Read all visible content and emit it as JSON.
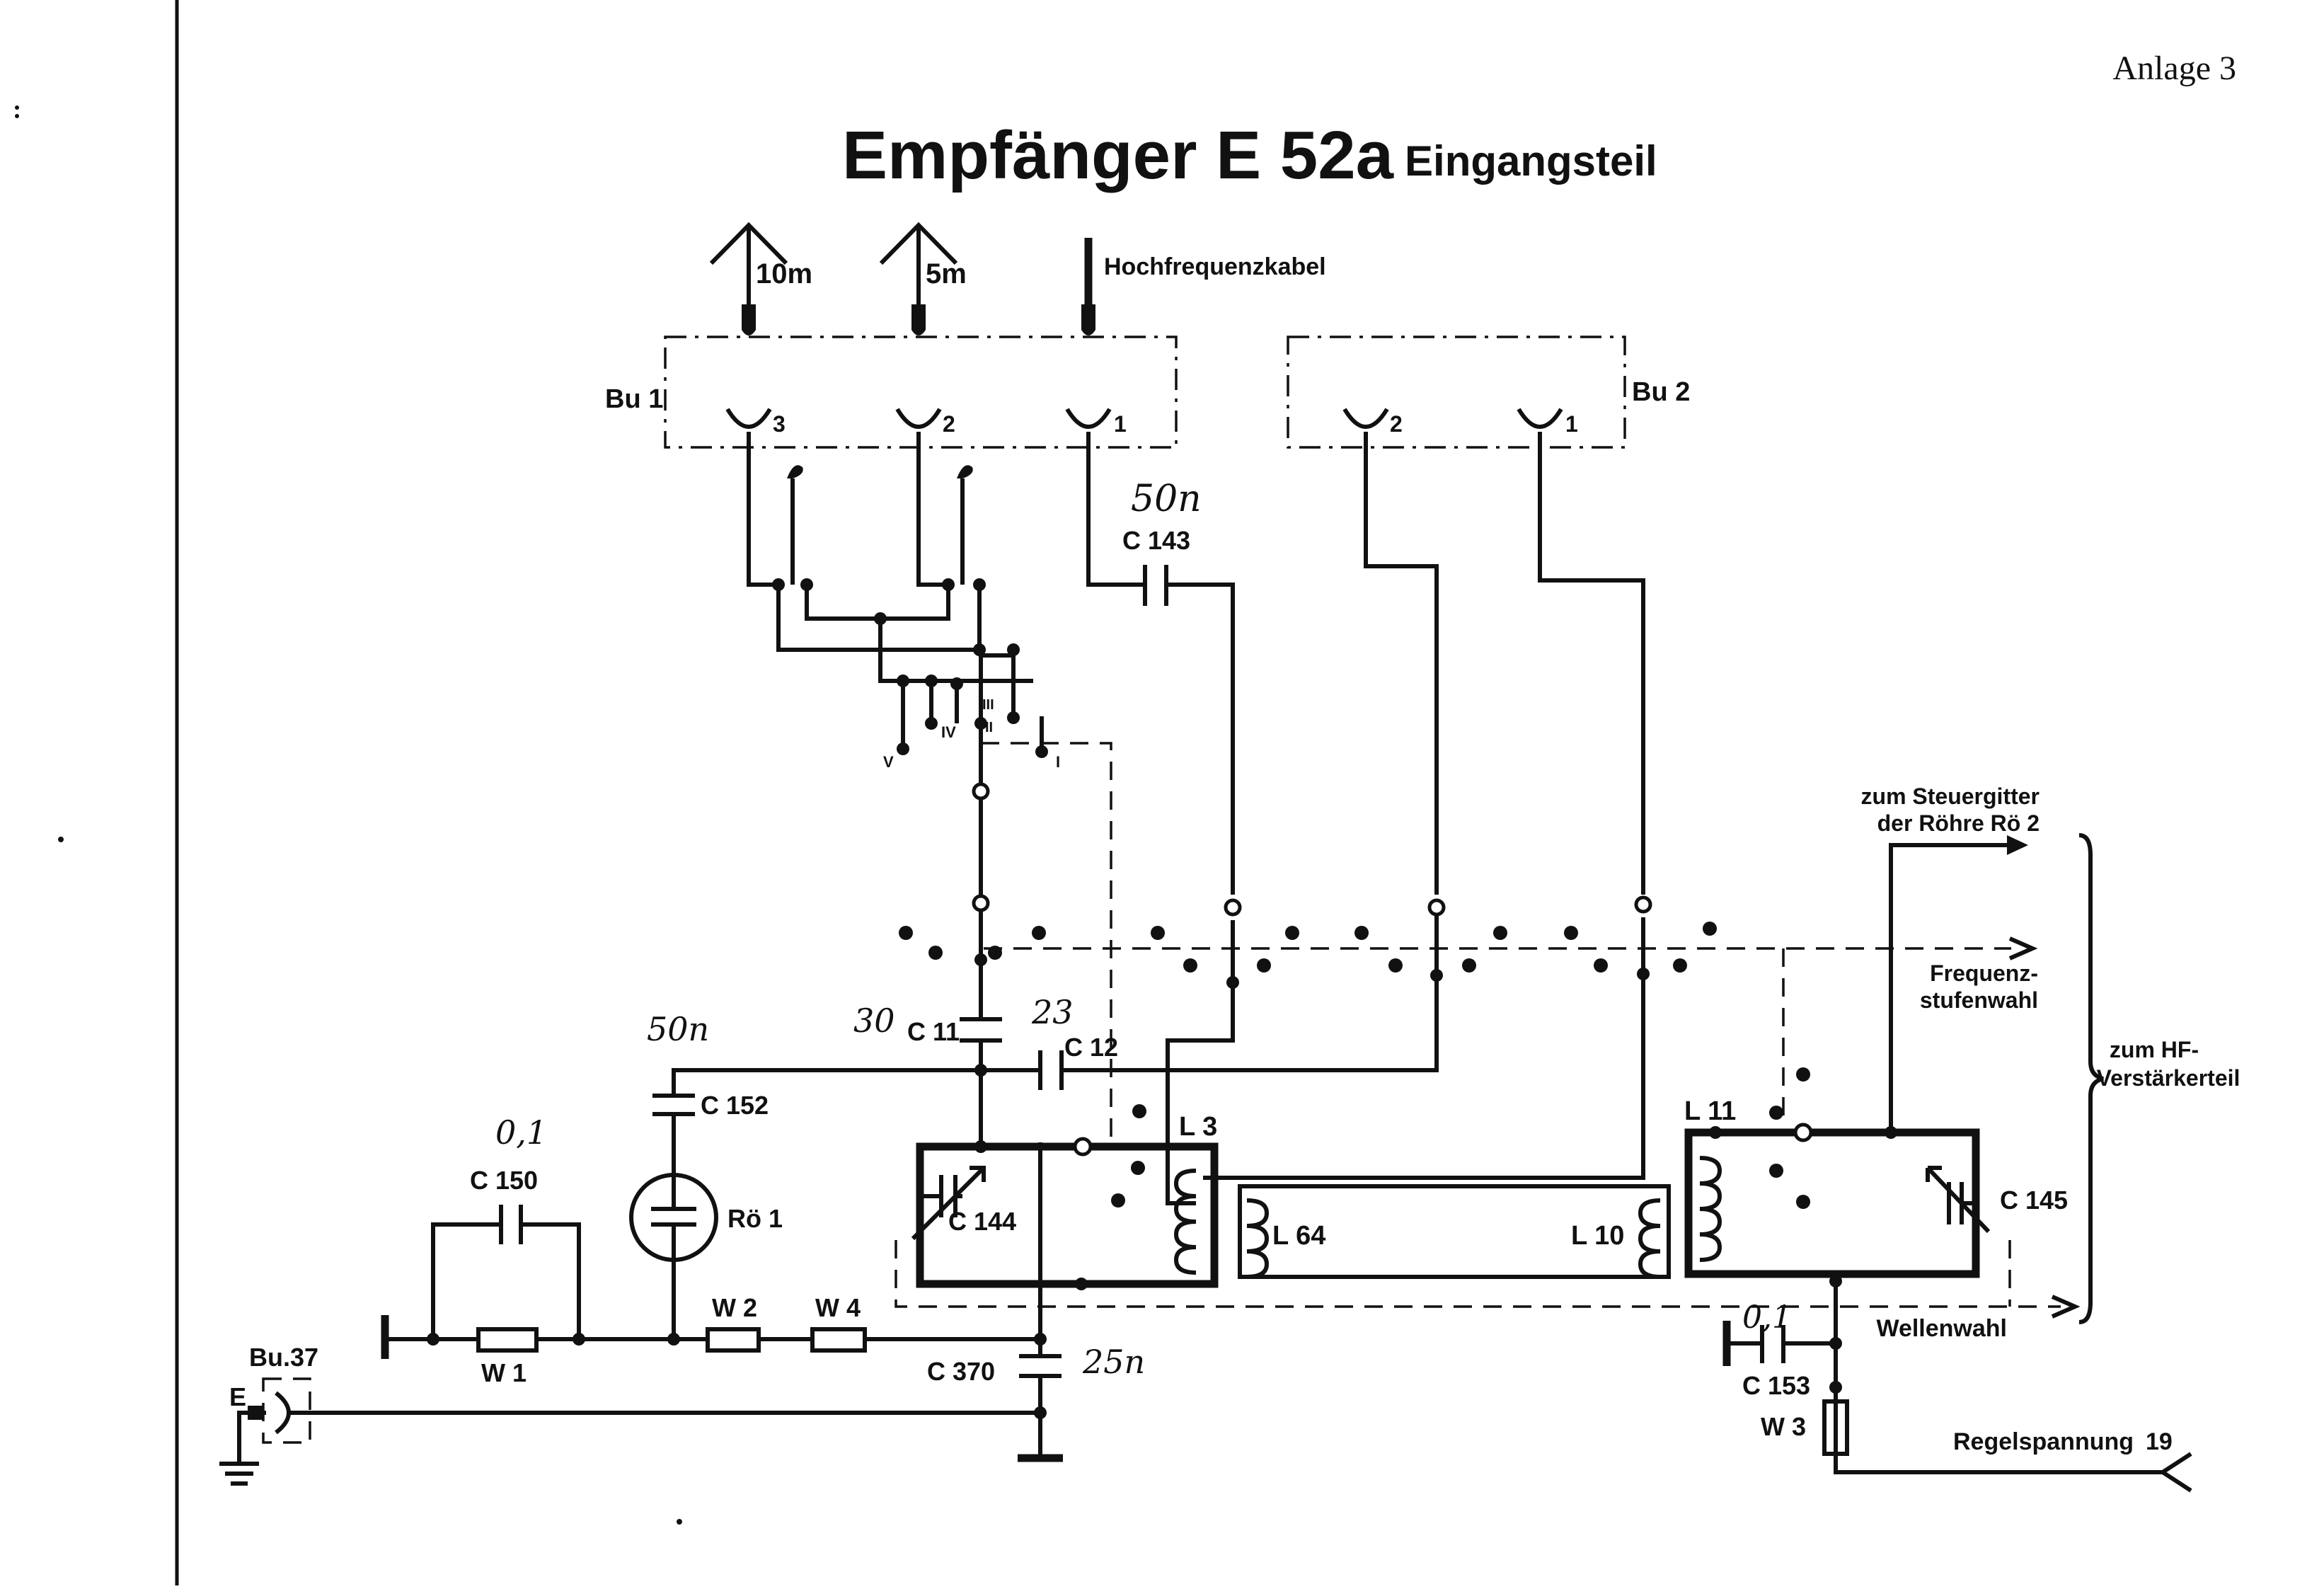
{
  "page_label": "Anlage 3",
  "title": {
    "main": "Empfänger E 52a",
    "sub": "Eingangsteil"
  },
  "antennas": [
    "10m",
    "5m"
  ],
  "cable_label": "Hochfrequenzkabel",
  "sockets": {
    "bu1": {
      "label": "Bu 1",
      "pins": [
        "3",
        "2",
        "1"
      ]
    },
    "bu2": {
      "label": "Bu 2",
      "pins": [
        "2",
        "1"
      ]
    },
    "bu37": {
      "label": "Bu.37",
      "pin": "E"
    }
  },
  "switch_positions": [
    "V",
    "IV",
    "III",
    "II",
    "I"
  ],
  "components": {
    "c143": "C 143",
    "c11": "C 11",
    "c12": "C 12",
    "c152": "C 152",
    "c150": "C 150",
    "c144": "C 144",
    "c145": "C 145",
    "c153": "C 153",
    "c370": "C 370",
    "ro1": "Rö 1",
    "l3": "L 3",
    "l64": "L 64",
    "l10": "L 10",
    "l11": "L 11",
    "w1": "W 1",
    "w2": "W 2",
    "w3": "W 3",
    "w4": "W 4"
  },
  "handwritten": {
    "c143_value": "50n",
    "c11_value": "30",
    "c12_value": "23",
    "c152_value": "50n",
    "c150_value": "0,1",
    "c370_value": "25n",
    "c153_value": "0,1"
  },
  "outputs": {
    "steuergitter_1": "zum Steuergitter",
    "steuergitter_2": "der Röhre Rö 2",
    "frequenz_1": "Frequenz-",
    "frequenz_2": "stufenwahl",
    "hf_1": "zum HF-",
    "hf_2": "Verstärkerteil",
    "wellenwahl": "Wellenwahl",
    "regel_label": "Regelspannung",
    "regel_number": "19"
  }
}
